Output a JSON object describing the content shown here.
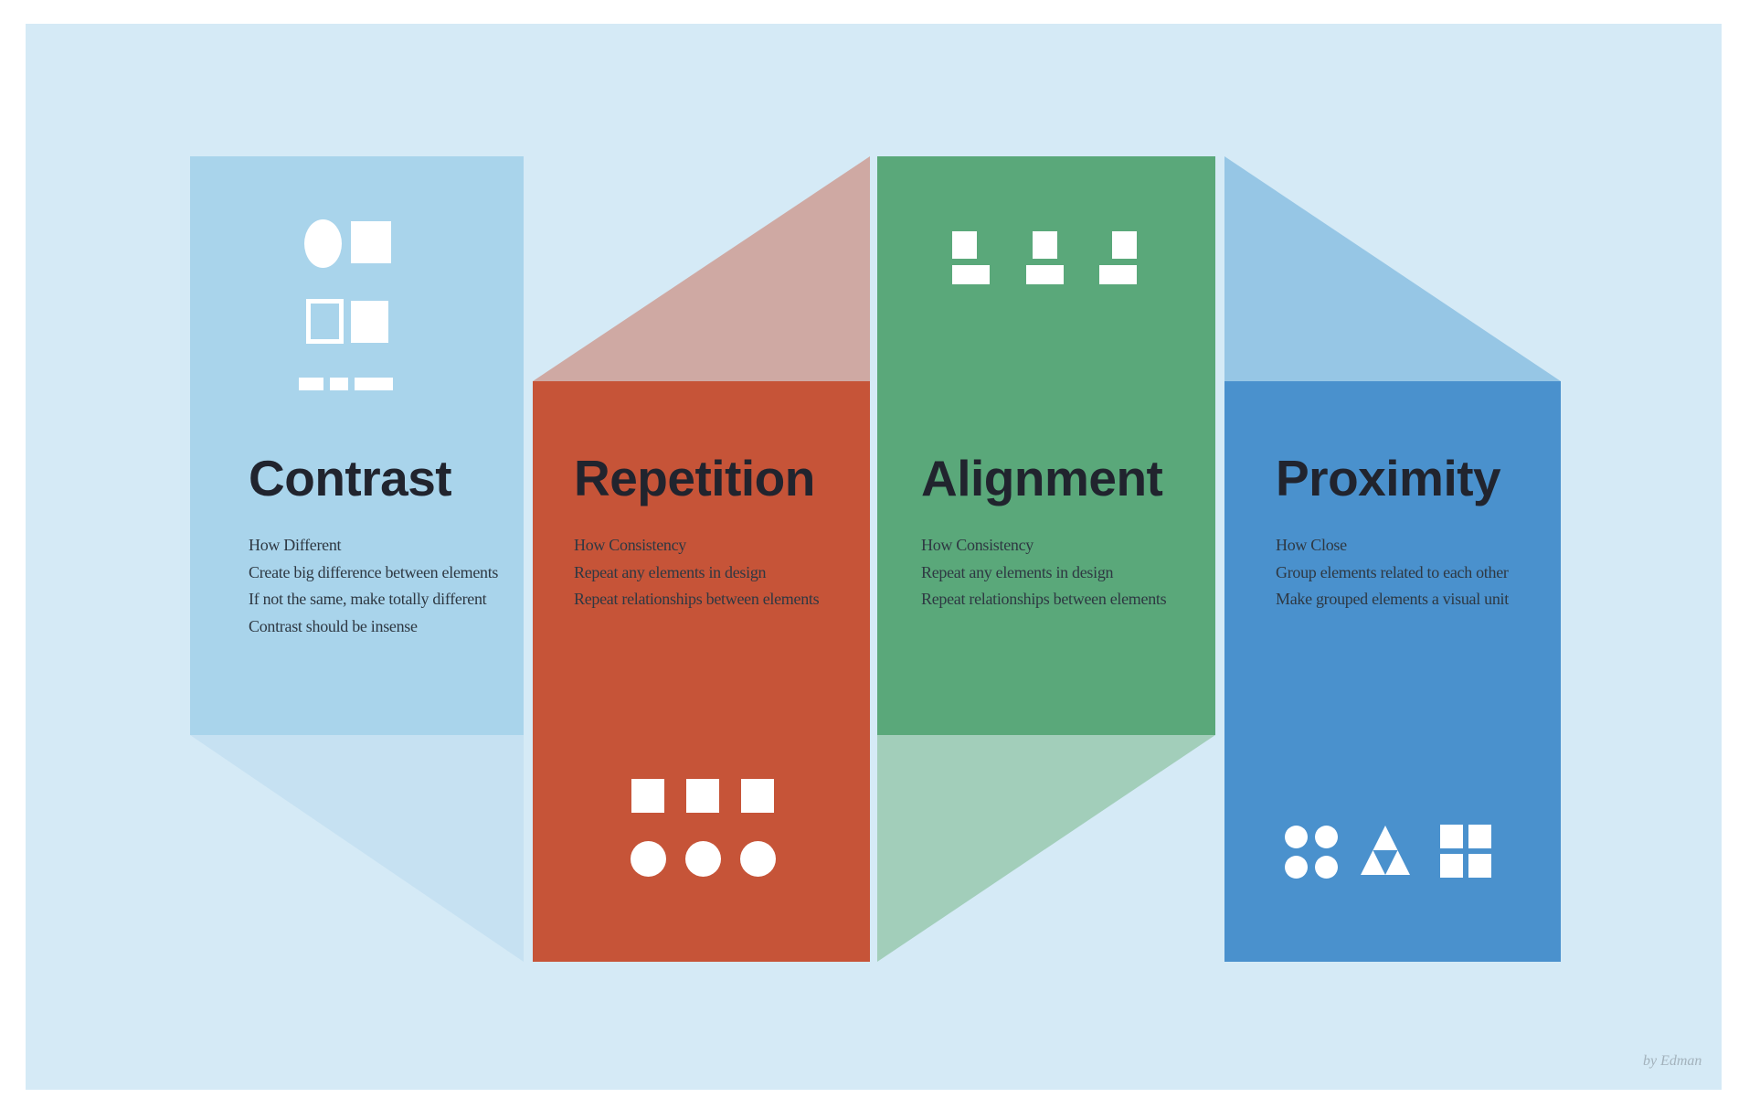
{
  "poster": {
    "credit": "by Edman"
  },
  "colors": {
    "page": "#ffffff",
    "background": "#d5eaf6",
    "title_text": "#21242e",
    "body_text": "#2e3842",
    "icon": "#ffffff",
    "credit_text": "#a3b2bc",
    "contrast_panel": "#a9d4eb",
    "contrast_fold": "#c6e1f2",
    "repetition_panel": "#c65438",
    "repetition_fold": "#cfa9a3",
    "alignment_panel": "#5aa87a",
    "alignment_fold": "#a2ceba",
    "proximity_panel": "#4a91cd",
    "proximity_fold": "#96c6e5"
  },
  "panels": [
    {
      "title": "Contrast",
      "lines": [
        "How Different",
        "Create big difference between elements",
        "If not the same, make totally different",
        "Contrast should be insense"
      ]
    },
    {
      "title": "Repetition",
      "lines": [
        "How Consistency",
        "Repeat any elements in design",
        "Repeat relationships between elements"
      ]
    },
    {
      "title": "Alignment",
      "lines": [
        "How Consistency",
        "Repeat any elements in design",
        "Repeat relationships between elements"
      ]
    },
    {
      "title": "Proximity",
      "lines": [
        "How Close",
        "Group elements related to each other",
        "Make grouped elements a visual unit"
      ]
    }
  ]
}
